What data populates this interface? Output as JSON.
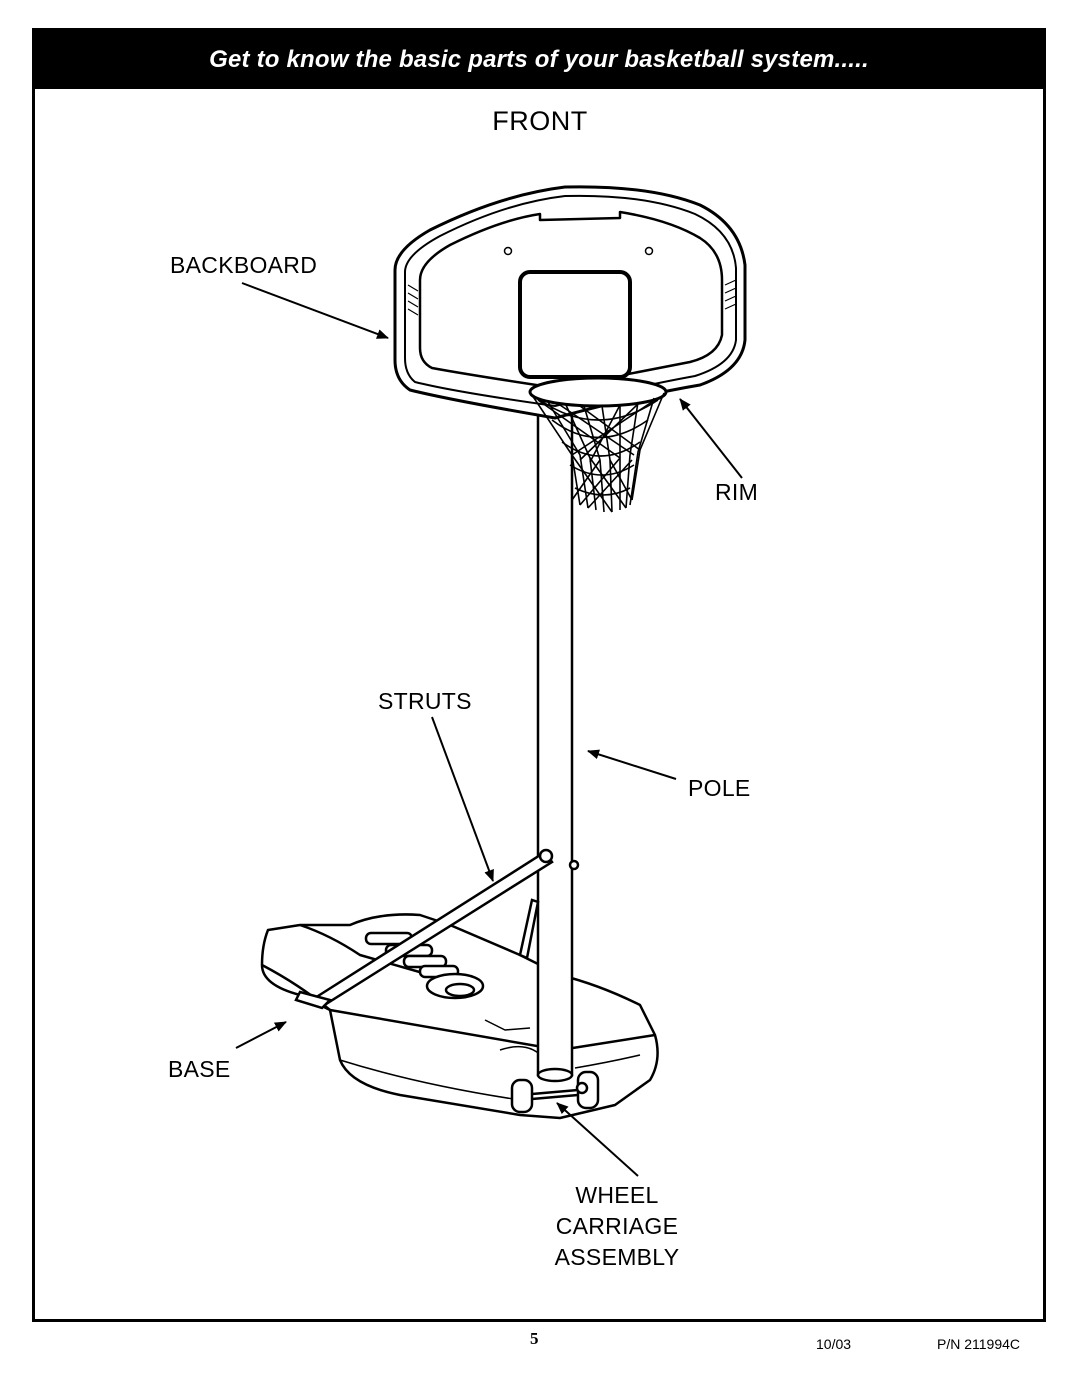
{
  "header": {
    "title": "Get to know the basic parts of your basketball system....."
  },
  "view_title": "FRONT",
  "labels": {
    "backboard": "BACKBOARD",
    "rim": "RIM",
    "struts": "STRUTS",
    "pole": "POLE",
    "base": "BASE",
    "wheel_carriage": [
      "WHEEL",
      "CARRIAGE",
      "ASSEMBLY"
    ]
  },
  "footer": {
    "page_number": "5",
    "date": "10/03",
    "part_number": "P/N 211994C"
  },
  "colors": {
    "ink": "#000000",
    "paper": "#ffffff",
    "header_text": "#ffffff"
  }
}
